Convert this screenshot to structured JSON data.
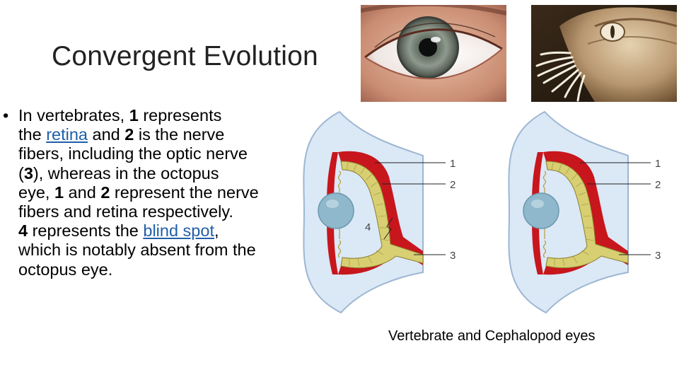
{
  "slide": {
    "title": "Convergent Evolution",
    "caption": "Vertebrate and Cephalopod eyes"
  },
  "body": {
    "bullet": "•",
    "l1_a": "In vertebrates, ",
    "l1_b": "1",
    "l1_c": " represents",
    "l2_a": "the ",
    "l2_link": "retina",
    "l2_b": " and ",
    "l2_c": "2",
    "l2_d": " is the nerve",
    "l3": "fibers, including the optic nerve",
    "l4_a": "(",
    "l4_b": "3",
    "l4_c": "), whereas in the octopus",
    "l5_a": "eye, ",
    "l5_b": "1",
    "l5_c": " and ",
    "l5_d": "2",
    "l5_e": " represent the nerve",
    "l6": "fibers and retina respectively.",
    "l7_a": "4",
    "l7_b": " represents the ",
    "l7_link": "blind spot",
    "l7_c": ",",
    "l8": "which is notably absent from the",
    "l9": "octopus eye."
  },
  "diagram": {
    "vertebrate_labels": {
      "one": "1",
      "two": "2",
      "three": "3",
      "four": "4"
    },
    "cephalopod_labels": {
      "one": "1",
      "two": "2",
      "three": "3"
    },
    "colors": {
      "outer": "#dbe8f6",
      "outer_stroke": "#9db6d2",
      "choroid": "#c8161d",
      "retina": "#d7cf72",
      "retina_dark": "#8a7e2c",
      "lens": "#8fb8cc",
      "label_line": "#222222"
    }
  },
  "photos": {
    "human_eye": "human-eye-photo",
    "nautilus_eye": "nautilus-eye-photo"
  }
}
